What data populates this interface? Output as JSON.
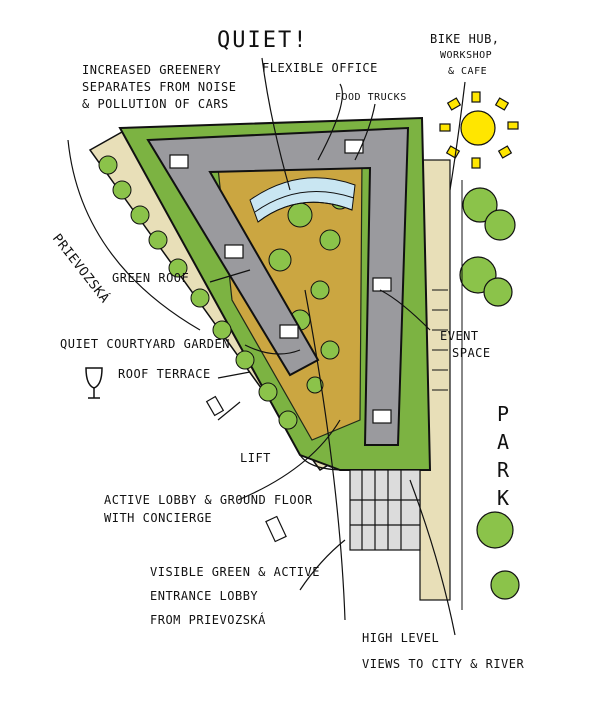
{
  "labels": {
    "quiet": "QUIET!",
    "bike_hub_1": "BIKE HUB,",
    "bike_hub_2": "WORKSHOP",
    "bike_hub_3": "& CAFE",
    "greenery_1": "INCREASED GREENERY",
    "greenery_2": "SEPARATES FROM NOISE",
    "greenery_3": "& POLLUTION OF CARS",
    "flexible_office": "FLEXIBLE OFFICE",
    "food_trucks": "FOOD TRUCKS",
    "street_name": "PRIEVOZSKÁ",
    "green_roof": "GREEN ROOF",
    "quiet_courtyard": "QUIET COURTYARD GARDEN",
    "event_space_1": "EVENT",
    "event_space_2": "SPACE",
    "roof_terrace": "ROOF TERRACE",
    "park_p": "P",
    "park_a": "A",
    "park_r": "R",
    "park_k": "K",
    "lift": "LIFT",
    "active_lobby_1": "ACTIVE LOBBY & GROUND FLOOR",
    "active_lobby_2": "WITH CONCIERGE",
    "visible_green_1": "VISIBLE GREEN & ACTIVE",
    "visible_green_2": "ENTRANCE LOBBY",
    "visible_green_3": "FROM PRIEVOZSKÁ",
    "views_1": "HIGH LEVEL",
    "views_2": "VIEWS TO CITY & RIVER"
  },
  "icons": [
    "sun-icon",
    "wine-glass-icon",
    "tree-icon",
    "car-icon"
  ],
  "colors": {
    "ink": "#111111",
    "roof_grey": "#9a9a9e",
    "green_roof": "#7cb342",
    "tree_green": "#8bc34a",
    "courtyard_warm": "#d9a441",
    "sun_yellow": "#ffe600",
    "sidewalk": "#e8dfb8",
    "glass_blue": "#c9e6f2"
  }
}
